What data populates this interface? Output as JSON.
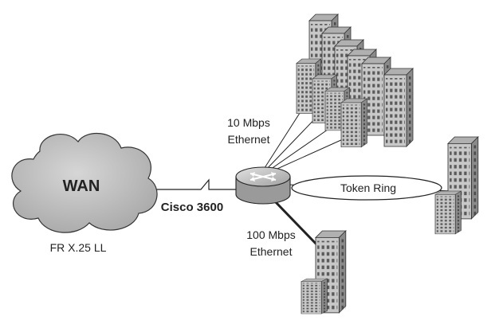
{
  "diagram": {
    "wan_label": "WAN",
    "wan_sublabel": "FR X.25 LL",
    "router_label": "Cisco 3600",
    "link_10mbps_line1": "10 Mbps",
    "link_10mbps_line2": "Ethernet",
    "link_100mbps_line1": "100 Mbps",
    "link_100mbps_line2": "Ethernet",
    "token_ring_label": "Token Ring"
  },
  "colors": {
    "cloud_fill": "#bdbdbd",
    "building_front": "#c8c8c8",
    "building_side": "#8a8a8a",
    "router_fill": "#b5b5b5",
    "line": "#222222"
  },
  "icons": [
    "wan-cloud-icon",
    "router-icon",
    "building-icon"
  ]
}
